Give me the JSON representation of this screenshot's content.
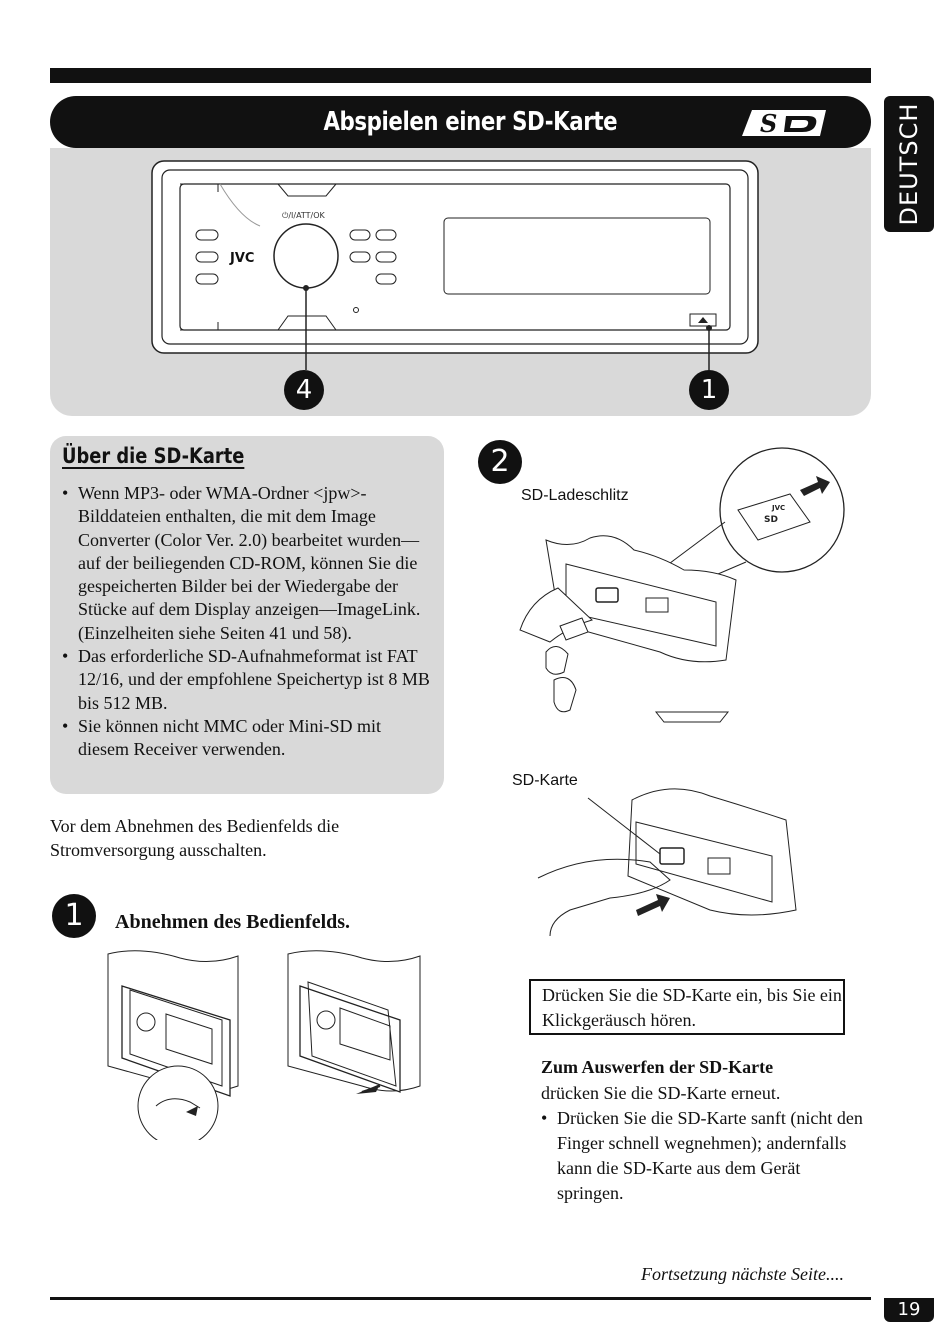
{
  "header": {
    "title": "Abspielen einer SD-Karte",
    "logo_icon": "sd-card-logo",
    "language_tab": "DEUTSCH"
  },
  "device": {
    "button_label": "⏻/I/ATT/OK",
    "brand": "JVC",
    "callouts": [
      "4",
      "1"
    ]
  },
  "info_box": {
    "heading": "Über die SD-Karte",
    "bullets": [
      "Wenn MP3- oder WMA-Ordner <jpw>-Bilddateien enthalten, die mit dem Image Converter (Color Ver. 2.0) bearbeitet wurden—auf der beiliegenden CD-ROM, können Sie die gespeicherten Bilder bei der Wiedergabe der Stücke auf dem Display anzeigen—ImageLink. (Einzelheiten siehe Seiten 41 und 58).",
      "Das erforderliche SD-Aufnahmeformat ist FAT 12/16, und der empfohlene Speichertyp ist 8 MB bis 512 MB.",
      "Sie können nicht MMC oder Mini-SD mit diesem Receiver verwenden."
    ]
  },
  "note": "Vor dem Abnehmen des Bedienfelds die Stromversorgung ausschalten.",
  "step1": {
    "number": "1",
    "label": "Abnehmen des Bedienfelds."
  },
  "step2": {
    "number": "2",
    "label_slot": "SD-Ladeschlitz",
    "label_card": "SD-Karte",
    "card_brand": "JVC",
    "card_logo": "SD"
  },
  "instruction_box": "Drücken Sie die SD-Karte ein, bis Sie ein Klickgeräusch hören.",
  "eject": {
    "heading": "Zum Auswerfen der SD-Karte",
    "text": "drücken Sie die SD-Karte erneut.",
    "bullet": "Drücken Sie die SD-Karte sanft (nicht den Finger schnell wegnehmen); andernfalls kann die SD-Karte aus dem Gerät springen."
  },
  "footer": {
    "continued": "Fortsetzung nächste Seite....",
    "page_number": "19"
  }
}
